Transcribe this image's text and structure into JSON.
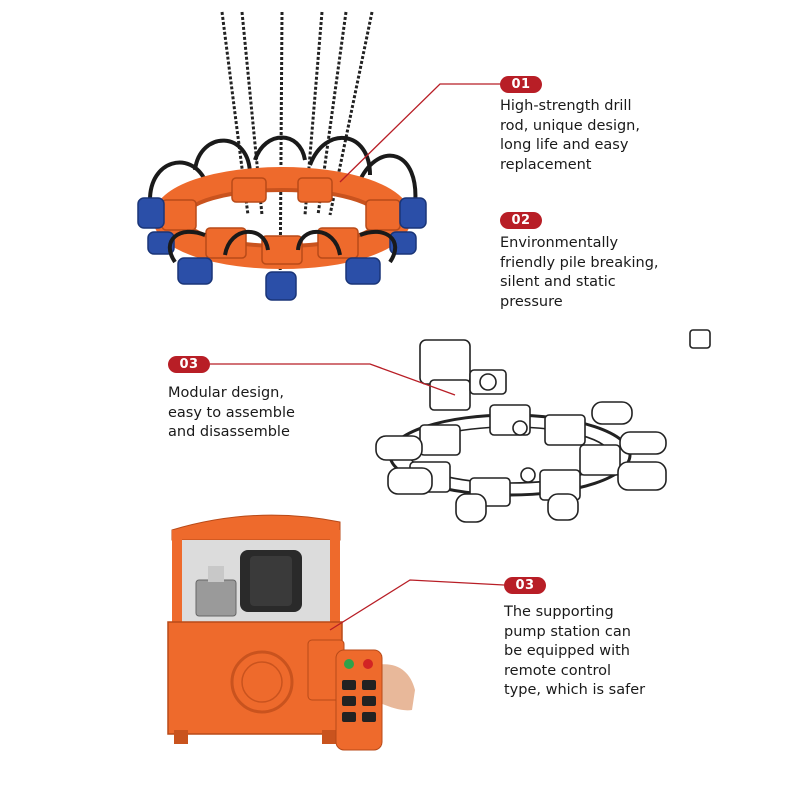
{
  "colors": {
    "badge": "#b81e26",
    "leader_line": "#b81e26",
    "machine_orange": "#ee6a2c",
    "cylinder_blue": "#2b4fa8",
    "hose_black": "#1a1a1a",
    "outline_black": "#222222"
  },
  "features": [
    {
      "badge": "01",
      "text": "High-strength drill\nrod, unique design,\nlong life and easy\nreplacement"
    },
    {
      "badge": "02",
      "text": "Environmentally\nfriendly pile breaking,\nsilent and static\npressure"
    },
    {
      "badge": "03",
      "text": "Modular design,\neasy to assemble\nand disassemble"
    },
    {
      "badge": "03",
      "text": "The supporting\npump station can\nbe equipped with\nremote control\ntype, which is safer"
    }
  ],
  "images": {
    "pile_breaker_photo": "pile-breaker-ring-icon",
    "module_drawing": "modular-line-drawing-icon",
    "pump_station_photo": "pump-station-icon",
    "remote_control": "remote-control-icon"
  }
}
